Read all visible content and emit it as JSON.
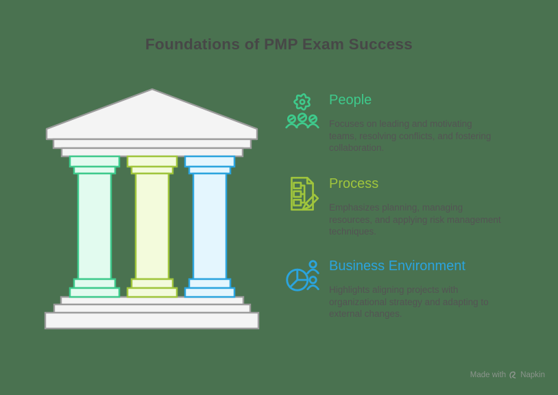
{
  "title": "Foundations of PMP Exam Success",
  "theme": {
    "background": "#4A7250",
    "structure_fill": "#F4F4F4",
    "structure_stroke": "#9C9C9C",
    "title_color": "#474747",
    "body_text_color": "#545454"
  },
  "temple": {
    "pillars": [
      {
        "name": "people-pillar",
        "fill": "#E2FBEF",
        "stroke": "#3ECA8C"
      },
      {
        "name": "process-pillar",
        "fill": "#F3FBDC",
        "stroke": "#A0C53C"
      },
      {
        "name": "business-environment-pillar",
        "fill": "#E4F6FE",
        "stroke": "#2BA4DE"
      }
    ]
  },
  "sections": [
    {
      "title": "People",
      "color": "#3ECA8C",
      "icon": "team-gear-icon",
      "description": "Focuses on leading and motivating teams, resolving conflicts, and fostering collaboration."
    },
    {
      "title": "Process",
      "color": "#A0C53C",
      "icon": "document-edit-icon",
      "description": "Emphasizes planning, managing resources, and applying risk management techniques."
    },
    {
      "title": "Business Environment",
      "color": "#2BA4DE",
      "icon": "pie-chart-team-icon",
      "description": "Highlights aligning projects with organizational strategy and adapting to external changes."
    }
  ],
  "watermark": {
    "prefix": "Made with",
    "brand": "Napkin",
    "color": "#8B948C"
  }
}
